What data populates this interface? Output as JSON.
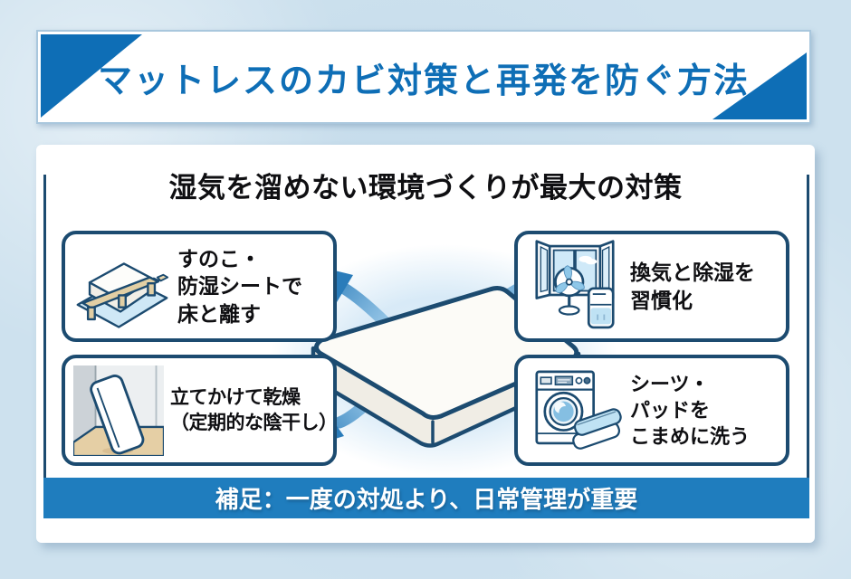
{
  "header": {
    "title": "マットレスのカビ対策と再発を防ぐ方法"
  },
  "main": {
    "heading": "湿気を溜めない環境づくりが最大の対策",
    "tips": [
      {
        "icon": "slatted-base-mattress-icon",
        "text": "すのこ・\n防湿シートで\n床と離す"
      },
      {
        "icon": "window-fan-dehumidifier-icon",
        "text": "換気と除湿を\n習慣化"
      },
      {
        "icon": "leaning-mattress-icon",
        "text": "立てかけて乾燥\n（定期的な陰干し）"
      },
      {
        "icon": "washing-machine-sheets-icon",
        "text": "シーツ・パッドを\nこまめに洗う"
      }
    ],
    "center_illustration": "mattress-airflow",
    "footer_note": "補足：一度の対処より、日常管理が重要"
  },
  "colors": {
    "accent_blue": "#0e6eb6",
    "navy_outline": "#1c4b70",
    "footer_bar_blue": "#1f7dbe",
    "page_background": "#cde1ee",
    "arrow_light": "#a8d2ee",
    "arrow_dark": "#2a7cba"
  }
}
